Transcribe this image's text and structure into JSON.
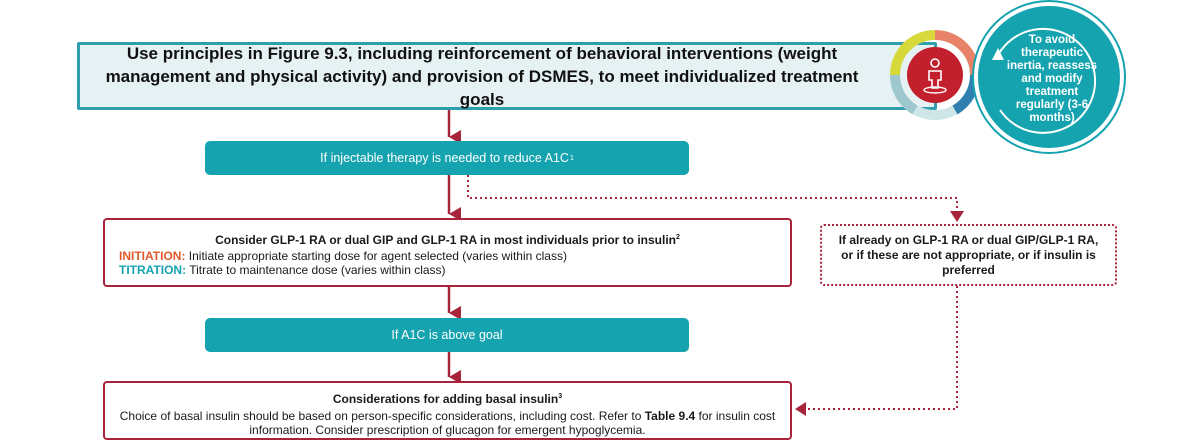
{
  "top_box": {
    "text": "Use principles in Figure 9.3, including reinforcement of behavioral interventions (weight management and physical activity) and provision of DSMES, to meet individualized treatment goals"
  },
  "cycle_badge": {
    "text": "To avoid therapeutic inertia, reassess and modify treatment regularly (3-6 months)",
    "icon": "person-in-circle-icon"
  },
  "step_injectable": {
    "text": "If injectable therapy is needed to reduce A1C",
    "footnote": "1"
  },
  "glp1_box": {
    "title": "Consider GLP-1 RA or dual GIP and GLP-1 RA in most individuals prior to insulin",
    "title_footnote": "2",
    "initiation_label": "INITIATION:",
    "initiation_text": " Initiate appropriate starting dose for agent selected (varies within class)",
    "titration_label": "TITRATION:",
    "titration_text": " Titrate to maintenance dose (varies within class)"
  },
  "alt_box": {
    "text": "If already on GLP-1 RA or dual GIP/GLP-1 RA, or if these are not appropriate, or if insulin is preferred"
  },
  "step_a1c": {
    "text": "If A1C is above goal"
  },
  "basal_box": {
    "title": "Considerations for adding basal insulin",
    "title_footnote": "3",
    "text_1": "Choice of basal insulin should be based on person-specific considerations, including cost. Refer to ",
    "table_ref": "Table 9.4",
    "text_2": " for insulin cost information. Consider prescription of glucagon for emergent hypoglycemia."
  },
  "colors": {
    "teal": "#15a3af",
    "teal_border": "#2f9fad",
    "dark_red": "#a8243b",
    "orange": "#e05a2b",
    "light_teal_bg": "#e6f1f3"
  }
}
